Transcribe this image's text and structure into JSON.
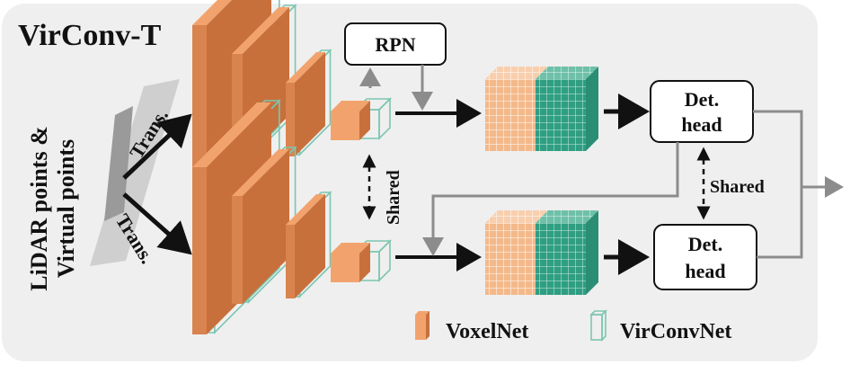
{
  "title": "VirConv-T",
  "input_label_line1": "LiDAR points &",
  "input_label_line2": "Virtual points",
  "trans_top": "Trans.",
  "trans_bottom": "Trans.",
  "rpn": "RPN",
  "shared_backbone": "Shared",
  "shared_head": "Shared",
  "det_head_top_line1": "Det.",
  "det_head_top_line2": "head",
  "det_head_bottom_line1": "Det.",
  "det_head_bottom_line2": "head",
  "legend_voxelnet": "VoxelNet",
  "legend_virconvnet": "VirConvNet",
  "colors": {
    "panel_bg": "#efefef",
    "voxelnet_face": "#f2a36d",
    "voxelnet_side": "#d9834f",
    "voxelnet_dark": "#c8703c",
    "virconv_stroke": "#7cc6b0",
    "grid_orange": "#f4b98a",
    "grid_teal": "#2f9e82",
    "arrow": "#111111",
    "gray_arrow": "#8c8c8c"
  }
}
